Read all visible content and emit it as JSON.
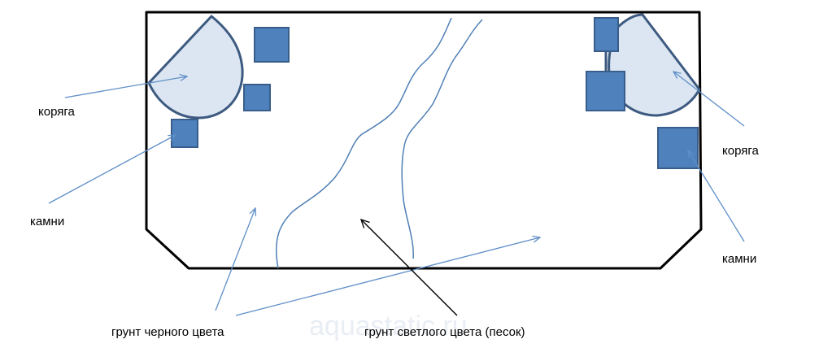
{
  "labels": {
    "driftwood_left": "коряга",
    "stones_left": "камни",
    "driftwood_right": "коряга",
    "stones_right": "камни",
    "black_ground": "грунт черного цвета",
    "light_ground": "грунт светлого цвета (песок)"
  },
  "watermark": "aquastatic.ru",
  "colors": {
    "tank_outline": "#000000",
    "stone_fill": "#4f81bd",
    "stone_stroke": "#385d8a",
    "driftwood_fill": "#dce6f2",
    "driftwood_stroke": "#3d5a80",
    "arrow": "#5f8fc8",
    "sand_border": "#4f7fb5",
    "pointer_arrow": "#000000"
  }
}
